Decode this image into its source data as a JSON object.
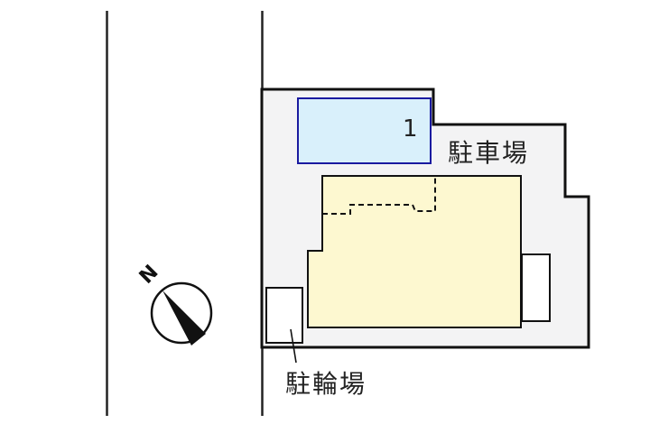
{
  "map": {
    "parking_label": "駐車場",
    "bicycle_parking_label": "駐輪場",
    "parking_space_number": "1",
    "compass_letter": "N"
  },
  "colors": {
    "lot_fill": "#f3f3f4",
    "building_fill": "#fdf8d0",
    "parking_fill": "#d9f0fb",
    "parking_border": "#1a1aa0",
    "line": "#111111"
  }
}
